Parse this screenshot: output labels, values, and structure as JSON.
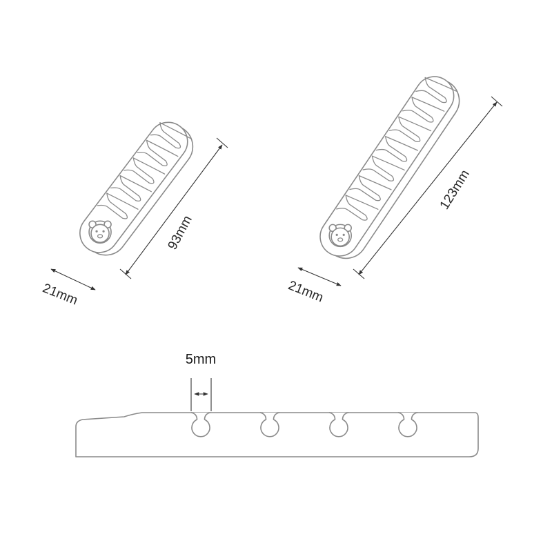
{
  "small_organizer": {
    "length_label": "93mm",
    "width_label": "21mm",
    "slot_count": 5
  },
  "large_organizer": {
    "length_label": "123mm",
    "width_label": "21mm",
    "slot_count": 7
  },
  "side_profile": {
    "gap_label": "5mm",
    "slot_count": 4
  },
  "colors": {
    "outline": "#8a8a8a",
    "dimension": "#333333",
    "text": "#2a2a2a"
  }
}
